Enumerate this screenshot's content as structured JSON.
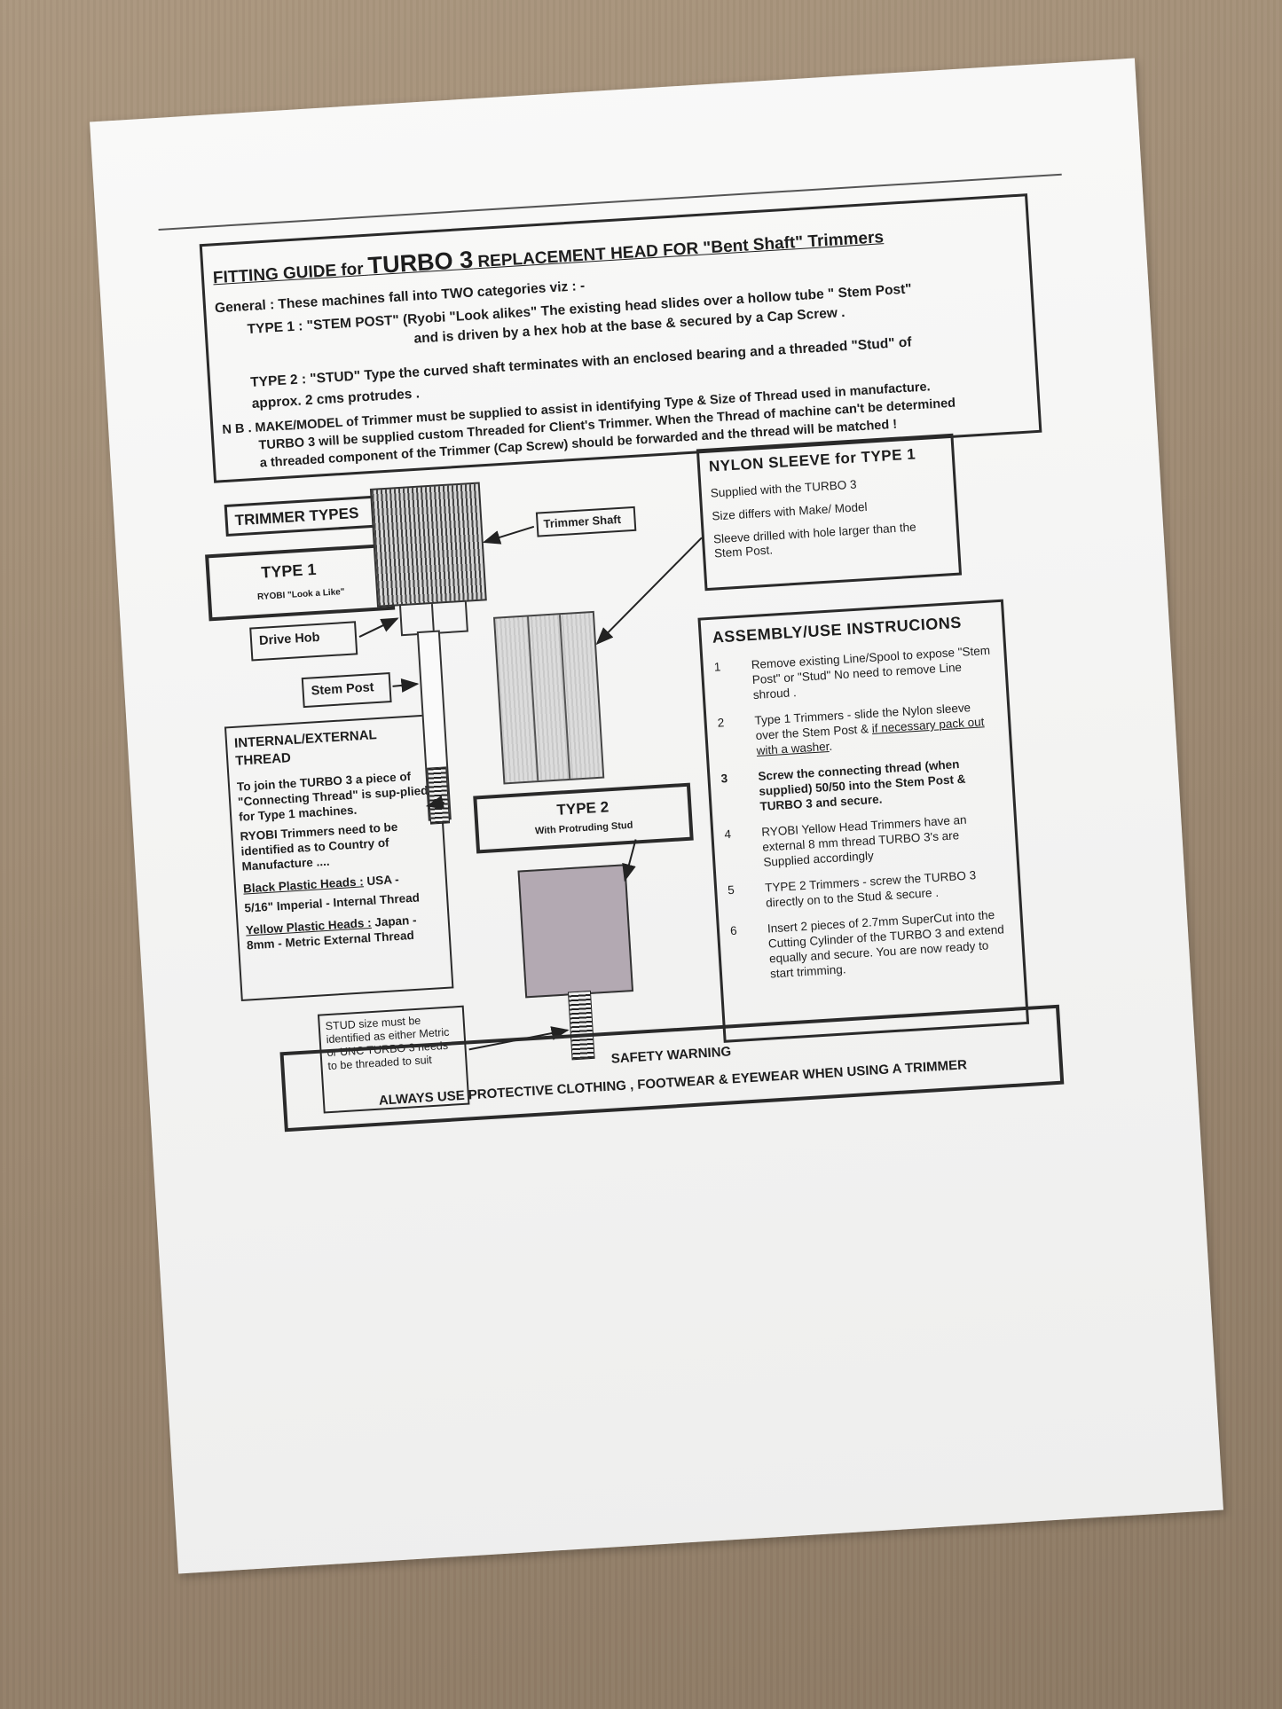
{
  "header": {
    "title_pre": "FITTING GUIDE for",
    "title_big": "TURBO 3",
    "title_post": "REPLACEMENT HEAD FOR \"Bent Shaft\" Trimmers",
    "general": "General : These machines fall into TWO  categories  viz : -",
    "type1_line1": "TYPE  1  : \"STEM POST\" (Ryobi \"Look alikes\" The existing head slides over a hollow tube \" Stem Post\"",
    "type1_line2": "and is driven by a hex hob at the base & secured by a Cap Screw .",
    "type2_line1": "TYPE 2   :  \"STUD\" Type the curved shaft terminates with an enclosed bearing and a threaded \"Stud\" of",
    "type2_line2": "approx. 2 cms protrudes .",
    "nb_line1": "N B .  MAKE/MODEL of Trimmer must be supplied to assist in identifying Type & Size of Thread used in manufacture.",
    "nb_line2": "TURBO 3 will be supplied custom Threaded for Client's Trimmer.  When the Thread of machine can't be determined",
    "nb_line3": "a threaded component of the Trimmer (Cap Screw)  should be forwarded and the thread will be matched !"
  },
  "left": {
    "trimmer_types": "TRIMMER TYPES",
    "type1_title": "TYPE  1",
    "type1_sub": "RYOBI \"Look a Like\"",
    "drive_hob": "Drive Hob",
    "stem_post": "Stem Post",
    "internal": {
      "heading": "INTERNAL/EXTERNAL THREAD",
      "p1": "To join the TURBO 3 a piece of \"Connecting Thread\" is sup-plied for Type 1 machines.",
      "p2": "RYOBI Trimmers need to be identified as to Country of Manufacture ....",
      "black_label": "Black Plastic Heads :",
      "black_rest": " USA -",
      "black_line2": "5/16\" Imperial - Internal Thread",
      "yellow_label": "Yellow Plastic Heads :",
      "yellow_rest": " Japan -",
      "yellow_line2": "8mm  - Metric External Thread"
    },
    "stud_note": "STUD size must be identified as either Metric or UNC TURBO 3 needs to be threaded to suit"
  },
  "diagram": {
    "trimmer_shaft": "Trimmer Shaft",
    "type2_title": "TYPE  2",
    "type2_sub": "With Protruding Stud"
  },
  "nylon": {
    "heading": "NYLON SLEEVE for TYPE 1",
    "p1": "Supplied with the TURBO 3",
    "p2": "Size differs with Make/ Model",
    "p3": "Sleeve drilled with hole larger than the Stem Post."
  },
  "assembly": {
    "heading": "ASSEMBLY/USE INSTRUCIONS",
    "steps": [
      {
        "n": "1",
        "text": "Remove existing Line/Spool to expose \"Stem Post\" or \"Stud\" No need to remove Line shroud ."
      },
      {
        "n": "2",
        "text_pre": "Type 1 Trimmers - slide the Nylon sleeve over the Stem Post & ",
        "text_u": "if necessary pack out with a washer",
        "text_post": "."
      },
      {
        "n": "3",
        "text": "Screw  the connecting thread  (when supplied)  50/50 into the Stem Post & TURBO 3 and secure."
      },
      {
        "n": "4",
        "text": "RYOBI Yellow Head Trimmers have an external 8 mm thread   TURBO 3's are Supplied accordingly"
      },
      {
        "n": "5",
        "text": "TYPE  2 Trimmers  - screw the TURBO 3 directly on to the Stud &  secure ."
      },
      {
        "n": "6",
        "text": "Insert 2 pieces of 2.7mm SuperCut into the Cutting Cylinder of the TURBO 3 and extend equally and secure. You are now ready to start trimming."
      }
    ]
  },
  "safety": {
    "title": "SAFETY  WARNING",
    "message": "ALWAYS USE PROTECTIVE CLOTHING , FOOTWEAR  & EYEWEAR WHEN USING A TRIMMER"
  },
  "colors": {
    "paper": "#f5f5f4",
    "ink": "#1d1d1d",
    "background": "#a08d75",
    "stud_body": "#b3a9b2"
  }
}
